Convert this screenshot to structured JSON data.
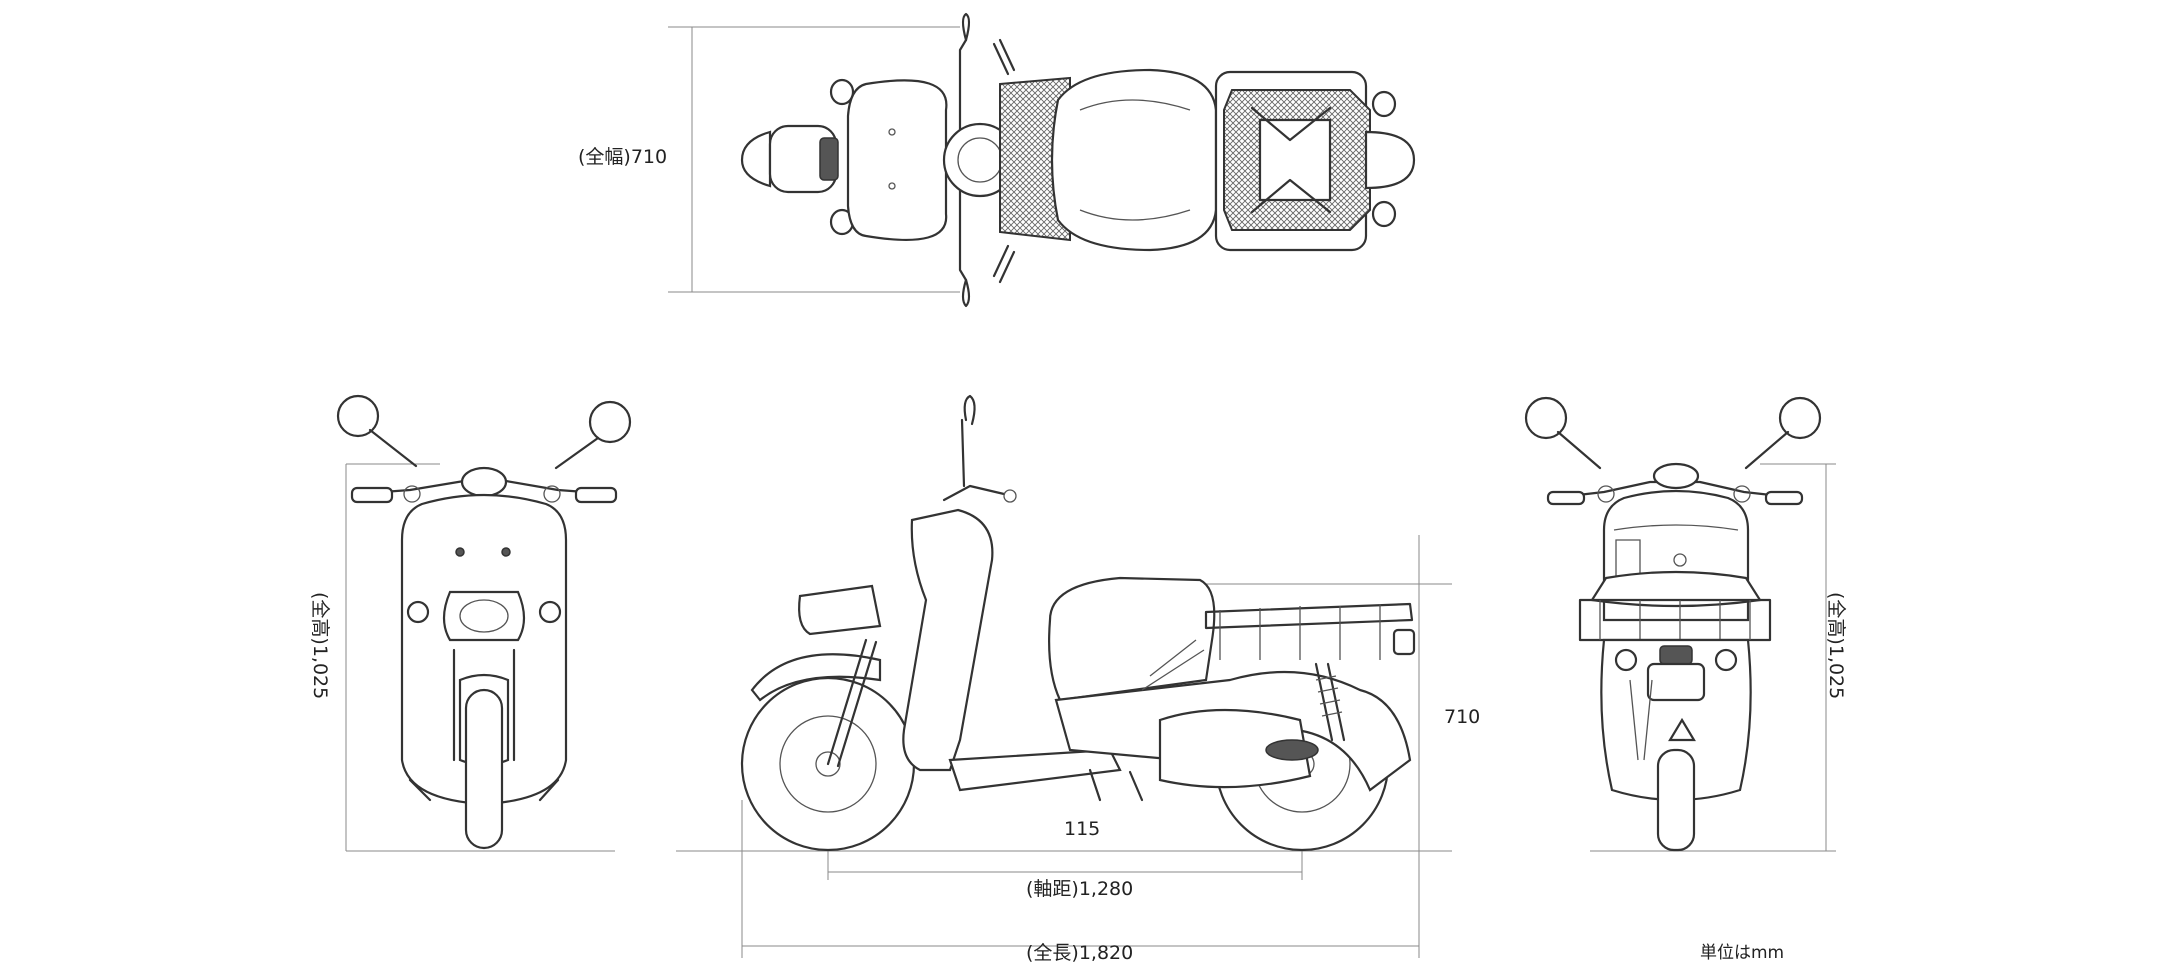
{
  "dimensions": {
    "overall_width": "(全幅)710",
    "overall_height_front": "(全高)1,025",
    "overall_height_rear": "(全高)1,025",
    "seat_height": "710",
    "ground_clearance": "115",
    "wheelbase": "(軸距)1,280",
    "overall_length": "(全長)1,820"
  },
  "unit_note": "単位はmm",
  "views": {
    "top": "top-view",
    "front": "front-view",
    "side": "side-view",
    "rear": "rear-view"
  },
  "colors": {
    "line": "#333333",
    "dimension_line": "#8a8a8a",
    "background": "#ffffff"
  }
}
